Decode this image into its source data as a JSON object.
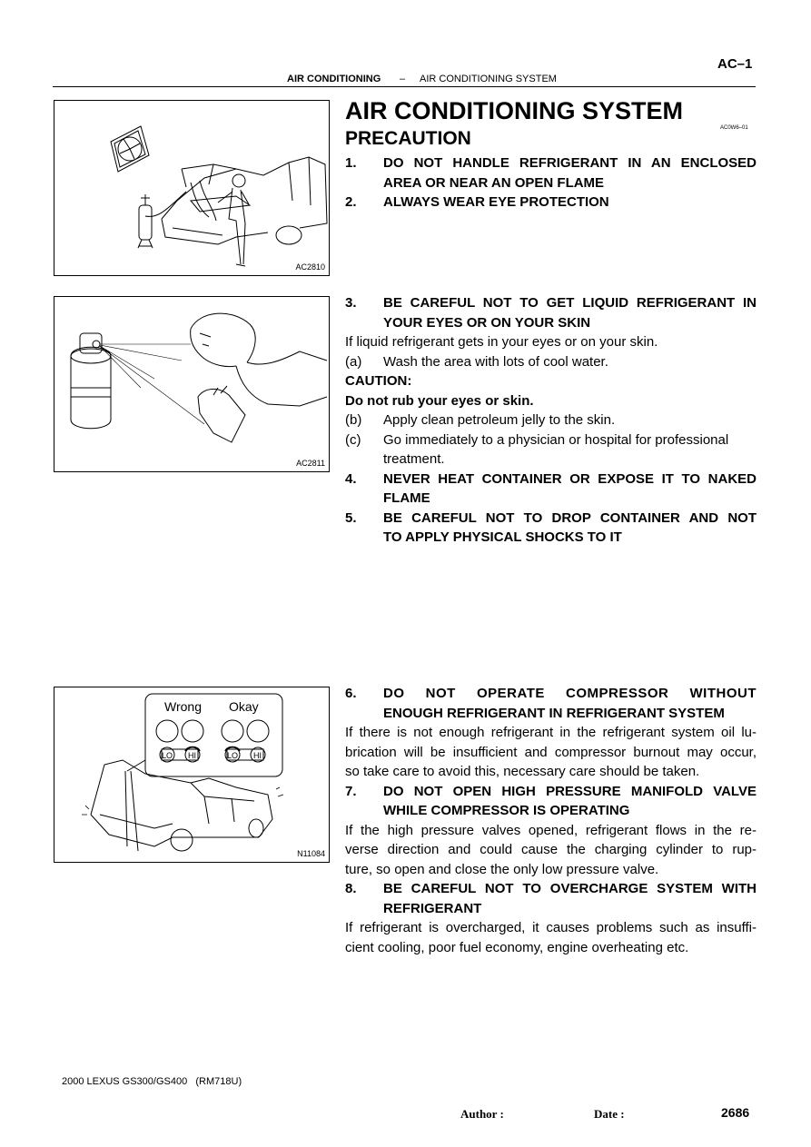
{
  "header": {
    "page_code": "AC–1",
    "section": "AIR CONDITIONING",
    "separator": "–",
    "subsection": "AIR CONDITIONING SYSTEM"
  },
  "main": {
    "title": "AIR CONDITIONING SYSTEM",
    "doc_id": "AC0W6–01",
    "subtitle": "PRECAUTION"
  },
  "figures": [
    {
      "code": "AC2810"
    },
    {
      "code": "AC2811"
    },
    {
      "code": "N11084",
      "label_wrong": "Wrong",
      "label_okay": "Okay",
      "gauge_lo": "LO",
      "gauge_hi": "HI"
    }
  ],
  "items": {
    "i1": {
      "num": "1.",
      "line1": "DO NOT HANDLE REFRIGERANT IN AN ENCLOSED",
      "line2": "AREA OR NEAR AN OPEN FLAME"
    },
    "i2": {
      "num": "2.",
      "line1": "ALWAYS WEAR EYE PROTECTION"
    },
    "i3": {
      "num": "3.",
      "line1": "BE CAREFUL NOT TO GET LIQUID REFRIGERANT IN",
      "line2": "YOUR EYES OR ON YOUR SKIN"
    },
    "i3_text": "If liquid refrigerant gets in your eyes or on your skin.",
    "i3_a": {
      "num": "(a)",
      "text": "Wash the area with lots of cool water."
    },
    "caution_label": "CAUTION:",
    "caution_text": "Do not rub your eyes or skin.",
    "i3_b": {
      "num": "(b)",
      "text": "Apply clean petroleum jelly to the skin."
    },
    "i3_c": {
      "num": "(c)",
      "line1": "Go immediately to a physician or hospital for professional",
      "line2": "treatment."
    },
    "i4": {
      "num": "4.",
      "line1": "NEVER HEAT CONTAINER OR EXPOSE IT TO NAKED",
      "line2": "FLAME"
    },
    "i5": {
      "num": "5.",
      "line1": "BE CAREFUL NOT TO DROP CONTAINER AND NOT",
      "line2": "TO APPLY PHYSICAL SHOCKS TO IT"
    },
    "i6": {
      "num": "6.",
      "line1": "DO NOT OPERATE COMPRESSOR WITHOUT",
      "line2": "ENOUGH REFRIGERANT IN REFRIGERANT SYSTEM"
    },
    "i6_text_l1": "If there is not enough refrigerant in the refrigerant system oil lu-",
    "i6_text_l2": "brication will be insufficient and compressor burnout may occur,",
    "i6_text_l3": "so take care to avoid this, necessary care should be taken.",
    "i7": {
      "num": "7.",
      "line1": "DO NOT OPEN HIGH PRESSURE MANIFOLD VALVE",
      "line2": "WHILE COMPRESSOR IS OPERATING"
    },
    "i7_text_l1": "If the high pressure valves opened, refrigerant flows in the re-",
    "i7_text_l2": "verse direction and could cause the charging cylinder to rup-",
    "i7_text_l3": "ture, so open and close the only low pressure valve.",
    "i8": {
      "num": "8.",
      "line1": "BE CAREFUL NOT TO OVERCHARGE SYSTEM WITH",
      "line2": "REFRIGERANT"
    },
    "i8_text_l1": "If refrigerant is overcharged, it causes problems such as insuffi-",
    "i8_text_l2": "cient cooling, poor fuel economy, engine overheating etc."
  },
  "footer": {
    "model": "2000 LEXUS GS300/GS400   (RM718U)",
    "author_label": "Author :",
    "date_label": "Date :",
    "page_number": "2686"
  }
}
